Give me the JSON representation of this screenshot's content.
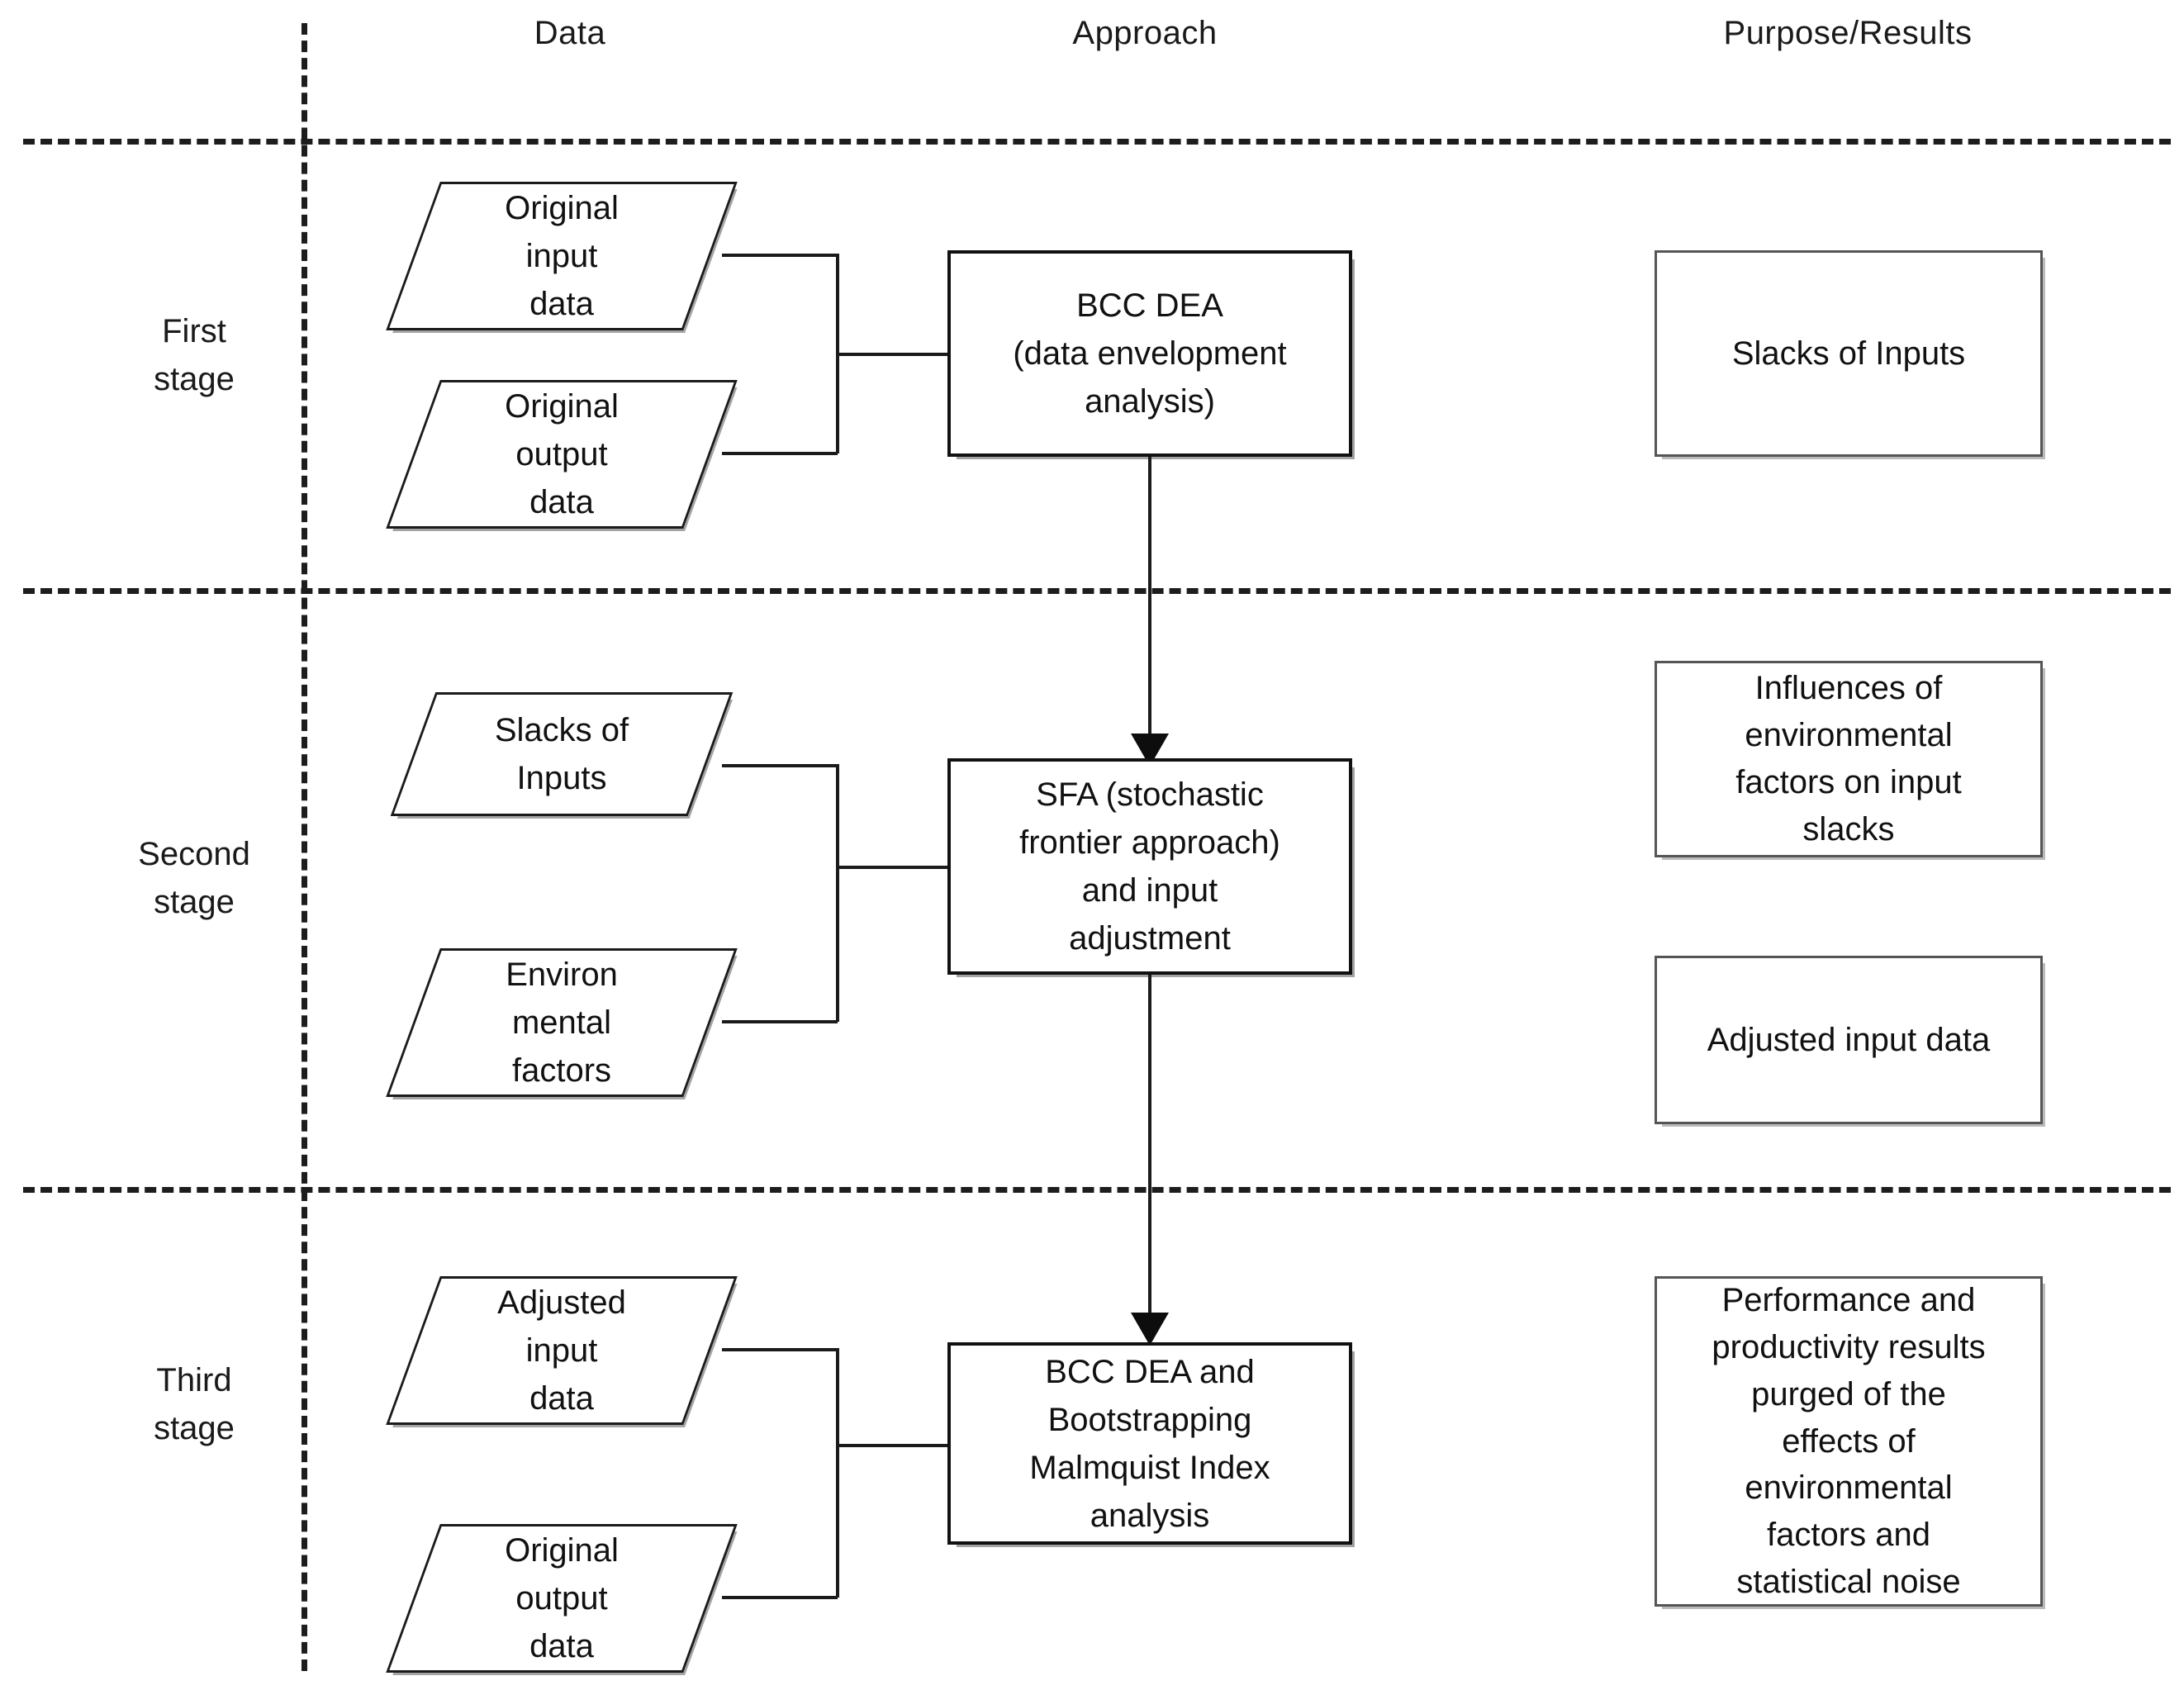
{
  "columns": [
    {
      "label": "Data"
    },
    {
      "label": "Approach"
    },
    {
      "label": "Purpose/Results"
    }
  ],
  "stages": [
    {
      "id": "first",
      "label": "First\nstage",
      "data_nodes": [
        {
          "label": "Original\ninput\ndata"
        },
        {
          "label": "Original\noutput\ndata"
        }
      ],
      "approach": {
        "label": "BCC  DEA\n(data envelopment\nanalysis)"
      },
      "results": [
        {
          "label": "Slacks of Inputs"
        }
      ]
    },
    {
      "id": "second",
      "label": "Second\nstage",
      "data_nodes": [
        {
          "label": "Slacks of\nInputs"
        },
        {
          "label": "Environ\nmental\nfactors"
        }
      ],
      "approach": {
        "label": "SFA (stochastic\nfrontier approach)\nand input\nadjustment"
      },
      "results": [
        {
          "label": "Influences of\nenvironmental\nfactors on input\nslacks"
        },
        {
          "label": "Adjusted input data"
        }
      ]
    },
    {
      "id": "third",
      "label": "Third\nstage",
      "data_nodes": [
        {
          "label": "Adjusted\ninput\ndata"
        },
        {
          "label": "Original\noutput\ndata"
        }
      ],
      "approach": {
        "label": "BCC  DEA and\nBootstrapping\nMalmquist Index\nanalysis"
      },
      "results": [
        {
          "label": "Performance and\nproductivity results\npurged of the\neffects of\nenvironmental\nfactors and\nstatistical noise"
        }
      ]
    }
  ],
  "colors": {
    "line": "#1b1b1b",
    "divider": "#1d1d1d",
    "box_border": "#111111",
    "result_border": "#555555",
    "background": "#ffffff",
    "text": "#111111"
  }
}
